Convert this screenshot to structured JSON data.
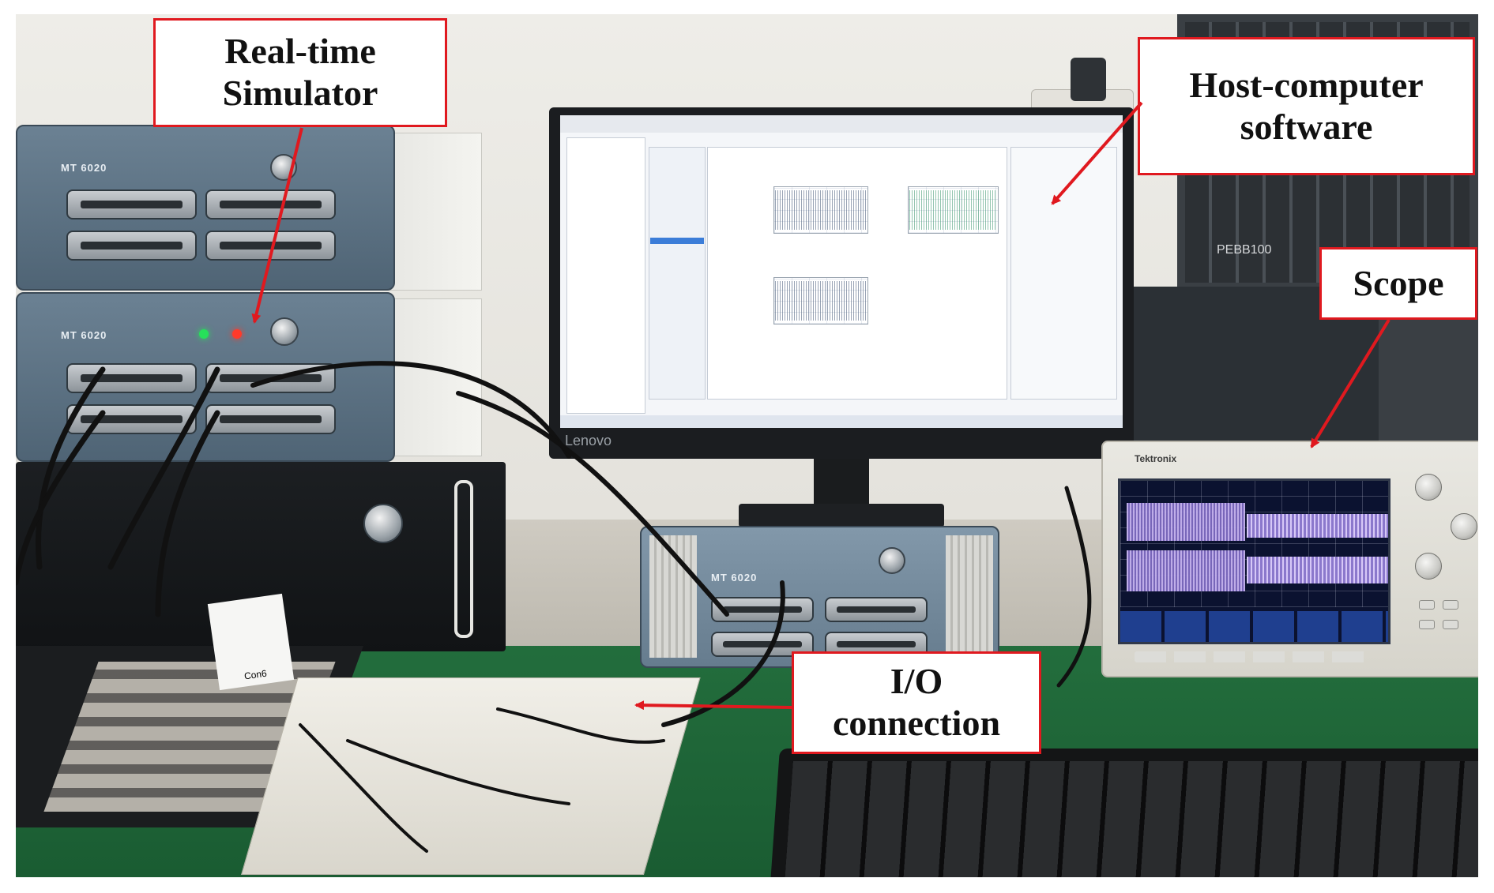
{
  "labels": {
    "simulator": [
      "Real-time",
      "Simulator"
    ],
    "host": [
      "Host-computer",
      "software"
    ],
    "scope": [
      "Scope"
    ],
    "io": [
      "I/O",
      "connection"
    ]
  },
  "equipment": {
    "simulator_model": "MT 6020",
    "monitor_brand": "Lenovo",
    "scope_brand": "Tektronix",
    "rack_brand": "PEBB100",
    "connector_tag": "Con6"
  },
  "colors": {
    "callout_border": "#e0191f",
    "arrow": "#e0191f",
    "simulator_body": "#5d7385",
    "bench": "#1f6b3a",
    "scope_trace": "#b59ee6"
  }
}
